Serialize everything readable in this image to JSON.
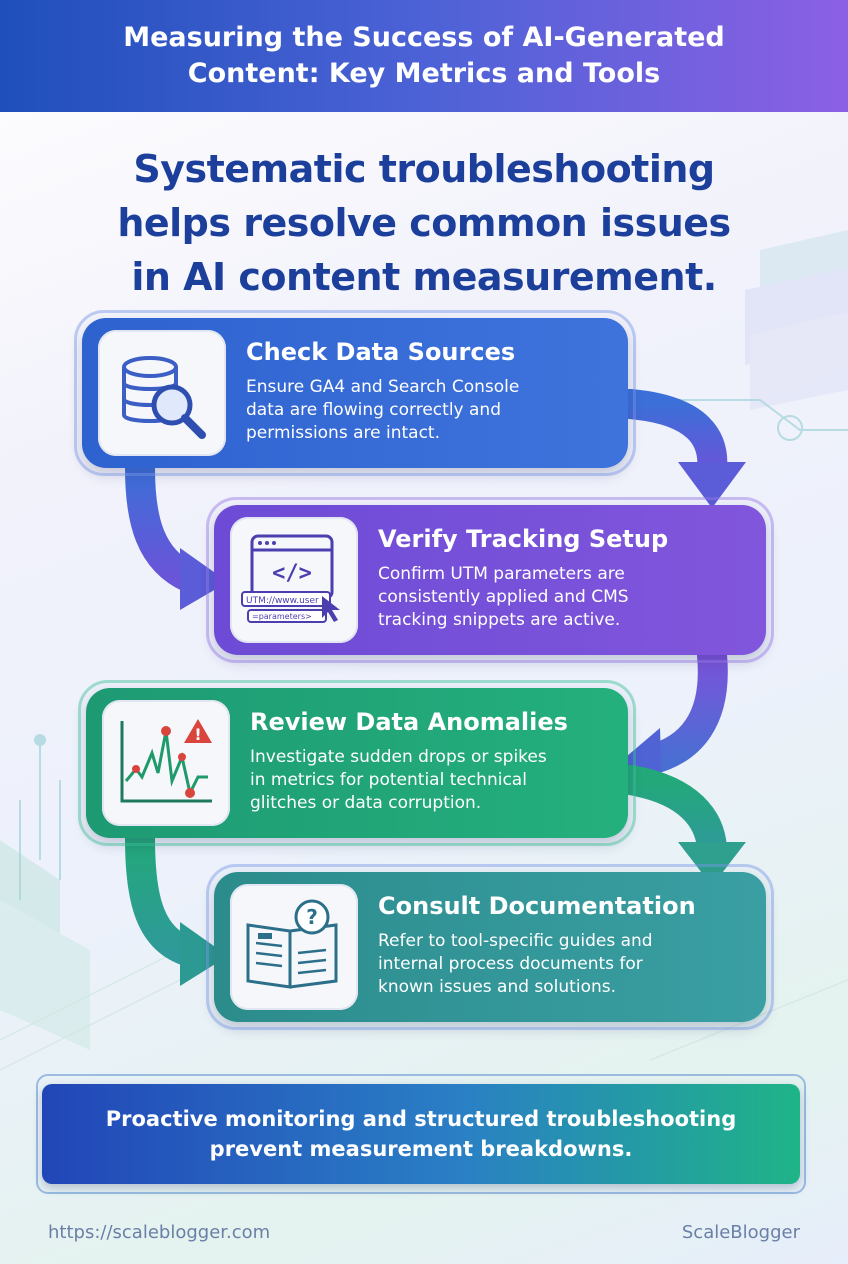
{
  "header": {
    "title": "Measuring the Success of AI-Generated\nContent: Key Metrics and Tools"
  },
  "headline": "Systematic troubleshooting\nhelps resolve common issues\nin AI content measurement.",
  "steps": [
    {
      "title": "Check Data Sources",
      "description": "Ensure GA4 and Search Console\ndata are flowing correctly and\npermissions are intact.",
      "icon": "database-search-icon",
      "color": "#3a6fd8"
    },
    {
      "title": "Verify Tracking Setup",
      "description": "Confirm UTM parameters are\nconsistently applied and CMS\ntracking snippets are active.",
      "icon": "code-window-icon",
      "icon_text_1": "UTM://www.user",
      "icon_text_2": "=parameters>",
      "color": "#7a52da"
    },
    {
      "title": "Review Data Anomalies",
      "description": "Investigate sudden drops or spikes\nin metrics for potential technical\nglitches or data corruption.",
      "icon": "anomaly-chart-icon",
      "color": "#22a879"
    },
    {
      "title": "Consult Documentation",
      "description": "Refer to tool-specific guides and\ninternal process documents for\nknown issues and solutions.",
      "icon": "book-question-icon",
      "color": "#3399a0"
    }
  ],
  "banner": "Proactive monitoring and structured troubleshooting\nprevent measurement breakdowns.",
  "footer": {
    "url": "https://scaleblogger.com",
    "brand": "ScaleBlogger"
  }
}
